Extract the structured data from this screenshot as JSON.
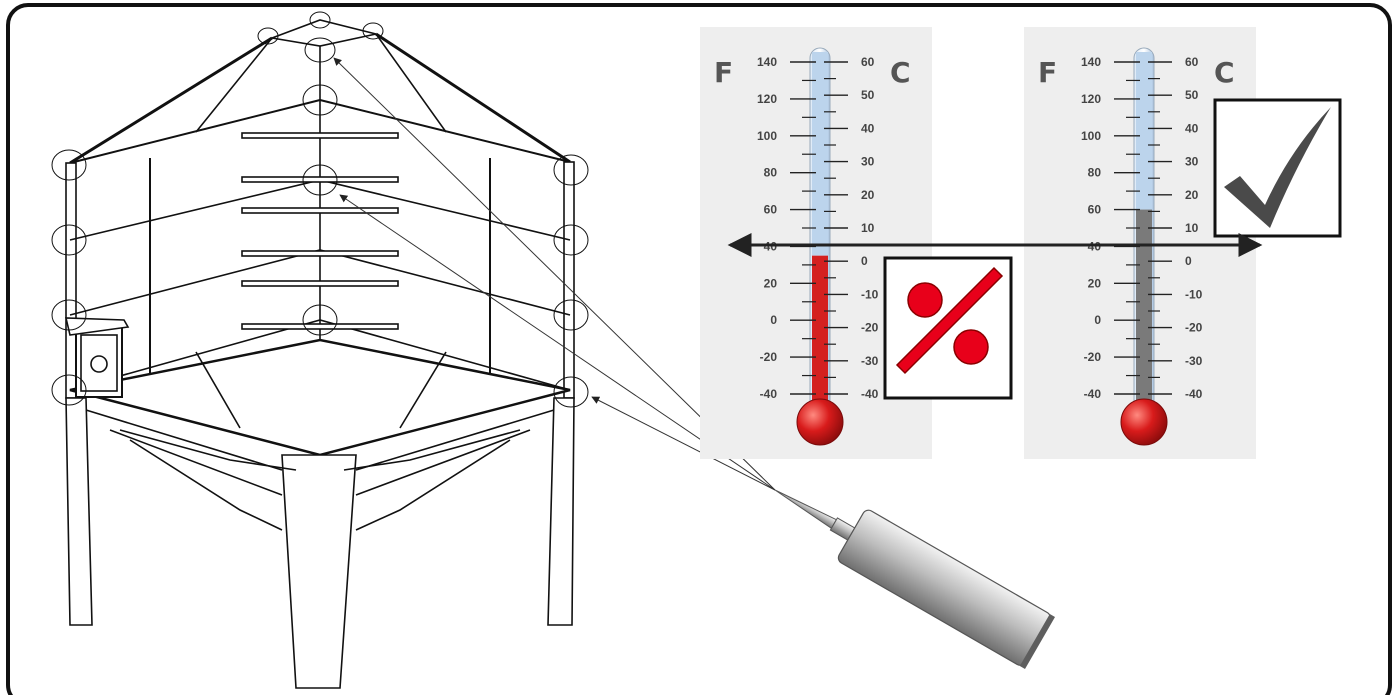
{
  "thermometers": [
    {
      "id": "thermometer-bad",
      "fahrenheit_label": "F",
      "celsius_label": "C",
      "fahrenheit_ticks": [
        "140",
        "120",
        "100",
        "80",
        "60",
        "40",
        "20",
        "0",
        "-20",
        "-40"
      ],
      "celsius_ticks": [
        "60",
        "50",
        "40",
        "30",
        "20",
        "10",
        "0",
        "-10",
        "-20",
        "-30",
        "-40"
      ],
      "fill_reading_f": 35,
      "fill_color": "#d42020",
      "empty_color": "#bcd4ec",
      "badge": "percent-icon",
      "badge_color": "#e8001a"
    },
    {
      "id": "thermometer-good",
      "fahrenheit_label": "F",
      "celsius_label": "C",
      "fahrenheit_ticks": [
        "140",
        "120",
        "100",
        "80",
        "60",
        "40",
        "20",
        "0",
        "-20",
        "-40"
      ],
      "celsius_ticks": [
        "60",
        "50",
        "40",
        "30",
        "20",
        "10",
        "0",
        "-10",
        "-20",
        "-30",
        "-40"
      ],
      "fill_reading_f": 60,
      "fill_color": "#7a7a7a",
      "empty_color": "#bcd4ec",
      "badge": "checkmark-icon",
      "badge_color": "#444444"
    }
  ],
  "illustration": {
    "subject": "hopper-bin-seam-points",
    "tool": "caulk-tube-icon",
    "divider": "double-headed-arrow"
  }
}
